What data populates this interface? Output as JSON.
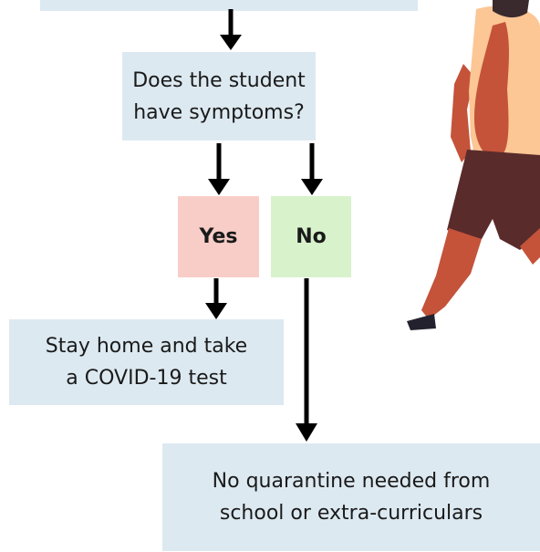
{
  "flowchart": {
    "symptoms_question": "Does the student\nhave symptoms?",
    "yes_label": "Yes",
    "no_label": "No",
    "yes_outcome": "Stay home and take\na COVID-19  test",
    "no_outcome": "No quarantine needed from\nschool or extra-curriculars"
  },
  "colors": {
    "question_box": "#dde9f1",
    "yes_box": "#f9cdc7",
    "no_box": "#d8f2cc",
    "arrow": "#000000"
  },
  "illustration": {
    "icon": "walking-student-illustration"
  }
}
